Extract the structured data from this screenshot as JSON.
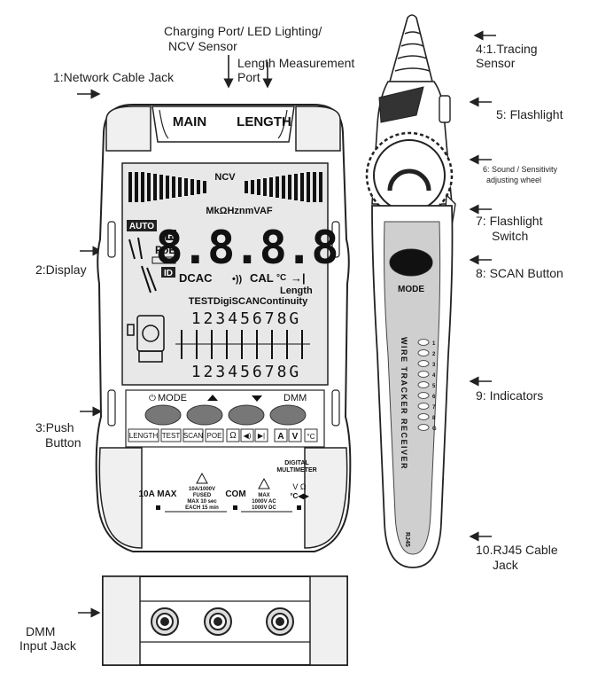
{
  "labels": {
    "network_jack": "1:Network Cable Jack",
    "charging": "Charging Port/ LED Lighting/",
    "ncv": "NCV Sensor",
    "length_meas": "Length Measurement",
    "length_port": "Port",
    "display": "2:Display",
    "push1": "3:Push",
    "push2": "Button",
    "tracing1": "4:1.Tracing",
    "tracing2": "Sensor",
    "flashlight": "5: Flashlight",
    "wheel1": "6: Sound / Sensitivity",
    "wheel2": "adjusting wheel",
    "switch1": "7: Flashlight",
    "switch2": "Switch",
    "scan": "8: SCAN Button",
    "indicators": "9: Indicators",
    "rj45_1": "10.RJ45 Cable",
    "rj45_2": "Jack",
    "dmm1": "DMM",
    "dmm2": "Input Jack"
  },
  "device": {
    "main": "MAIN",
    "length": "LENGTH",
    "ncv": "NCV",
    "units": "MkΩHznmVAF",
    "auto": "AUTO",
    "h": "H",
    "poe": "PoE",
    "id": "ID",
    "digits": "8.8.8.8",
    "modes": "DCAC",
    "cal": "CAL",
    "celsius": "°C",
    "length_lbl": "Length",
    "test_row": "TESTDigiSCANContinuity",
    "nums_top": "12345678G",
    "nums_bot": "12345678G",
    "btn_mode": "MODE",
    "btn_dmm": "DMM",
    "keys": [
      "LENGTH",
      "TEST",
      "SCAN",
      "POE",
      "Ω",
      "◀)",
      "▶|",
      "A",
      "V",
      "°C"
    ],
    "digital1": "DIGITAL",
    "digital2": "MULTIMETER",
    "a10": "10A MAX",
    "fuse1": "10A/1000V",
    "fuse2": "FUSED",
    "fuse3": "MAX 10 sec",
    "fuse4": "EACH 15 min",
    "com": "COM",
    "max": "MAX",
    "ac": "1000V AC",
    "dc": "1000V DC",
    "vohm": "V Ω",
    "temp": "°C◀▶"
  },
  "receiver": {
    "mode": "MODE",
    "wire_tracker": "WIRE TRACKER RECEIVER",
    "leds": [
      "1",
      "2",
      "3",
      "4",
      "5",
      "6",
      "7",
      "8",
      "G"
    ],
    "rj45": "RJ45"
  }
}
